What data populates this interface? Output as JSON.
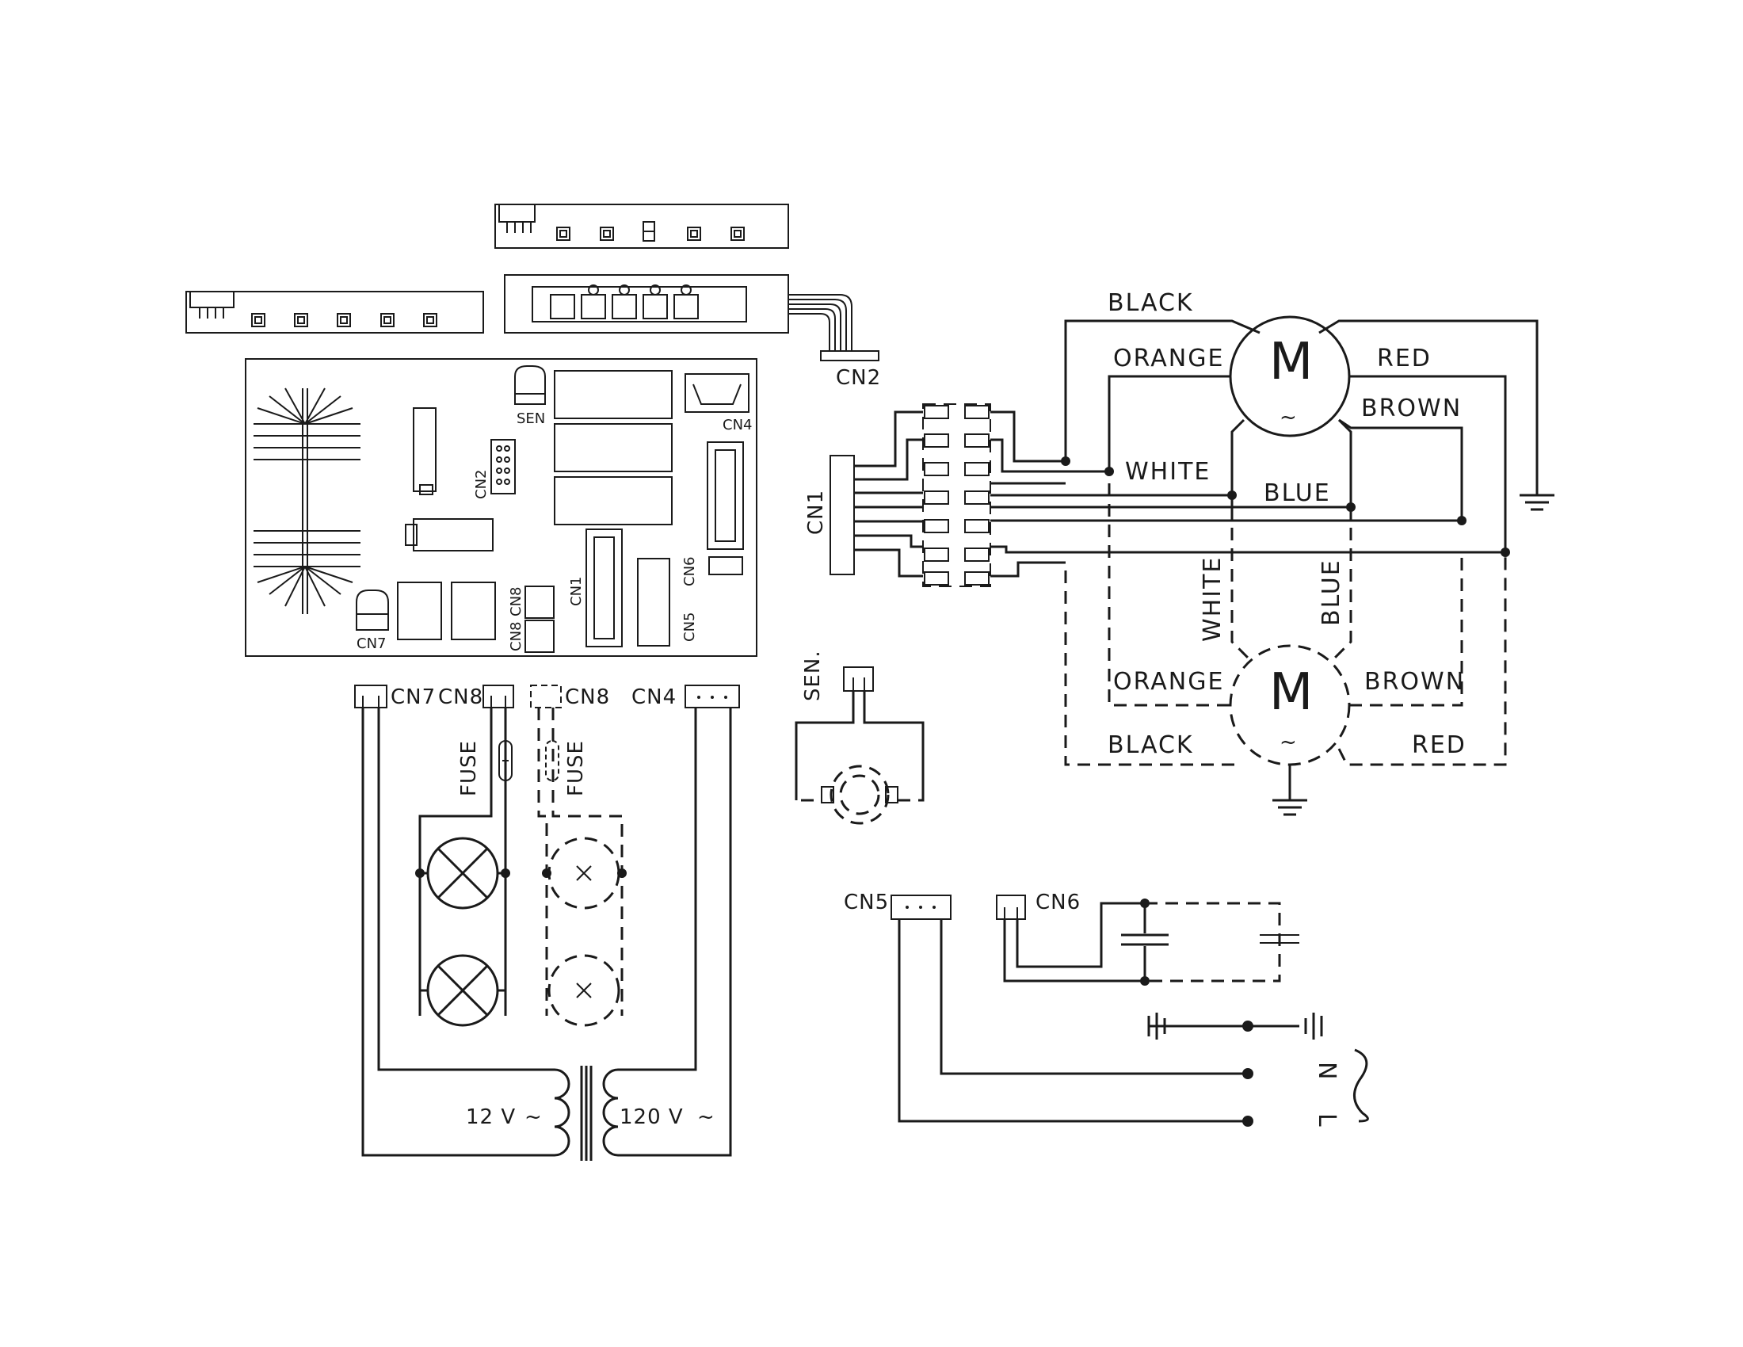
{
  "connectors": {
    "cn1": "CN1",
    "cn2": "CN2",
    "cn4": "CN4",
    "cn5": "CN5",
    "cn6": "CN6",
    "cn7": "CN7",
    "cn8": "CN8",
    "sen": "SEN"
  },
  "sensor": {
    "label": "SEN."
  },
  "fuse": {
    "label": "FUSE"
  },
  "transformer": {
    "secondary": "12  V",
    "primary": "120  V",
    "ac_symbol": "~"
  },
  "motor": {
    "symbol": "M",
    "ac_symbol": "~"
  },
  "wires": {
    "black": "BLACK",
    "orange": "ORANGE",
    "red": "RED",
    "brown": "BROWN",
    "white": "WHITE",
    "blue": "BLUE"
  },
  "mains": {
    "neutral": "N",
    "line": "L"
  }
}
